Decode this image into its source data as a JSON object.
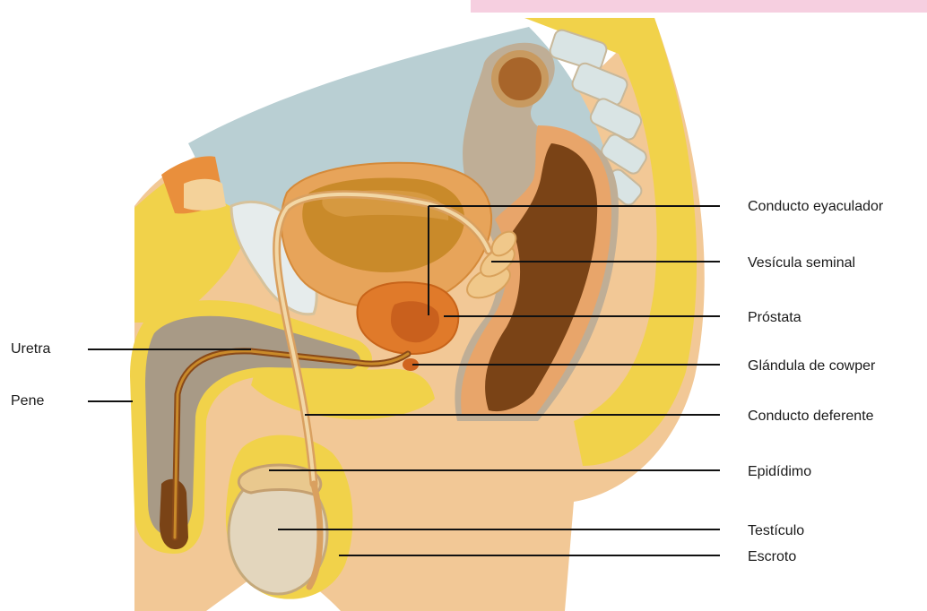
{
  "diagram": {
    "labels": {
      "conducto_eyaculador": "Conducto eyaculador",
      "vesicula_seminal": "Vesícula seminal",
      "prostata": "Próstata",
      "glandula_cowper": "Glándula de cowper",
      "conducto_deferente": "Conducto deferente",
      "epididimo": "Epidídimo",
      "testiculo": "Testículo",
      "escroto": "Escroto",
      "uretra": "Uretra",
      "pene": "Pene"
    },
    "colors": {
      "skin": "#f2c896",
      "skin_light": "#f6d9b0",
      "fat": "#f1d24a",
      "bladder": "#c98a2a",
      "bladder_rim": "#e7a45a",
      "prostate": "#e07a2a",
      "rectum_dark": "#7a4316",
      "rectum_mid": "#a8652a",
      "cavity": "#b9cfd3",
      "bone": "#d9e4e4",
      "penis_gray": "#a89a86",
      "testis": "#e3d6bd",
      "accent_pink": "#f6cfe0"
    }
  }
}
